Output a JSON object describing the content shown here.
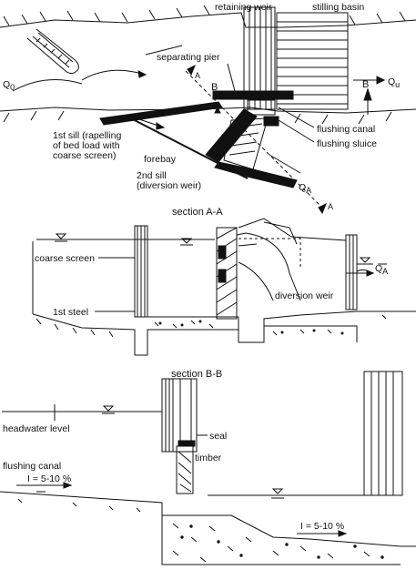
{
  "plan": {
    "label_retaining_weir": "retaining weir",
    "label_stilling_basin": "stilling basin",
    "label_separating_pier": "separating pier",
    "label_section_mark_b": "B",
    "label_q0": "Q",
    "label_q0_sub": "0",
    "label_qu": "Q",
    "label_qu_sub": "u",
    "label_flushing_canal": "flushing canal",
    "label_flushing_sluice": "flushing sluice",
    "label_first_sill": [
      "1st sill (rapelling",
      "of bed load with",
      "coarse screen)"
    ],
    "label_forebay": "forebay",
    "label_second_sill": [
      "2nd sill",
      "(diversion weir)"
    ],
    "label_qa": "Q",
    "label_qa_sub": "A",
    "label_section_mark_a": "A"
  },
  "section_aa": {
    "title": "section A-A",
    "label_coarse_screen": "coarse screen",
    "label_first_steel": "1st steel",
    "label_diversion_weir": "diversion weir",
    "label_qa": "Q",
    "label_qa_sub": "A"
  },
  "section_bb": {
    "title": "section B-B",
    "label_headwater": "headwater level",
    "label_seal": "seal",
    "label_timber": "timber",
    "label_flushing_canal": "flushing canal",
    "label_slope_left": "I = 5-10 %",
    "label_slope_right": "I = 5-10 %"
  }
}
